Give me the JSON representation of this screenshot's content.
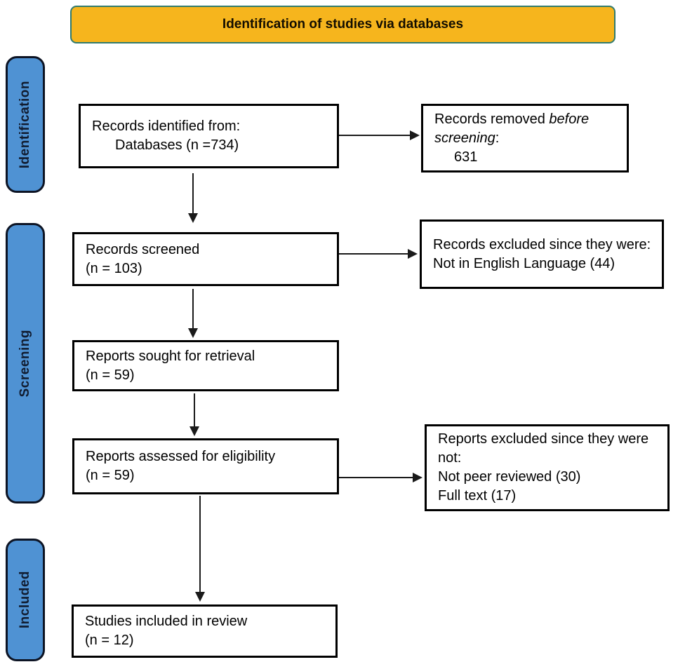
{
  "banner": {
    "title": "Identification of studies via databases"
  },
  "sidebar": {
    "identification": "Identification",
    "screening": "Screening",
    "included": "Included"
  },
  "boxes": {
    "identified": {
      "line1": "Records identified from:",
      "line2": "Databases (n =734)"
    },
    "removed": {
      "prefix": "Records removed ",
      "italic": "before screening",
      "suffix": ":",
      "value": "631"
    },
    "screened": {
      "line1": "Records screened",
      "line2": "(n = 103)"
    },
    "excluded_records": {
      "para": "Records excluded since they were:",
      "reason1": "Not in English Language (44)"
    },
    "sought": {
      "line1": "Reports sought for retrieval",
      "line2": "(n = 59)"
    },
    "assessed": {
      "line1": "Reports assessed for eligibility",
      "line2": "(n = 59)"
    },
    "excluded_reports": {
      "para": "Reports excluded since they were not:",
      "reason1": "Not peer reviewed (30)",
      "reason2": "Full text (17)"
    },
    "included_studies": {
      "line1": "Studies included in review",
      "line2": "(n = 12)"
    }
  },
  "colors": {
    "banner_fill": "#F6B51D",
    "banner_border": "#2F7A6F",
    "sidebar_fill": "#4F92D3",
    "sidebar_border": "#0d1424",
    "box_border": "#000000",
    "arrow_color": "#1a1a1a"
  }
}
